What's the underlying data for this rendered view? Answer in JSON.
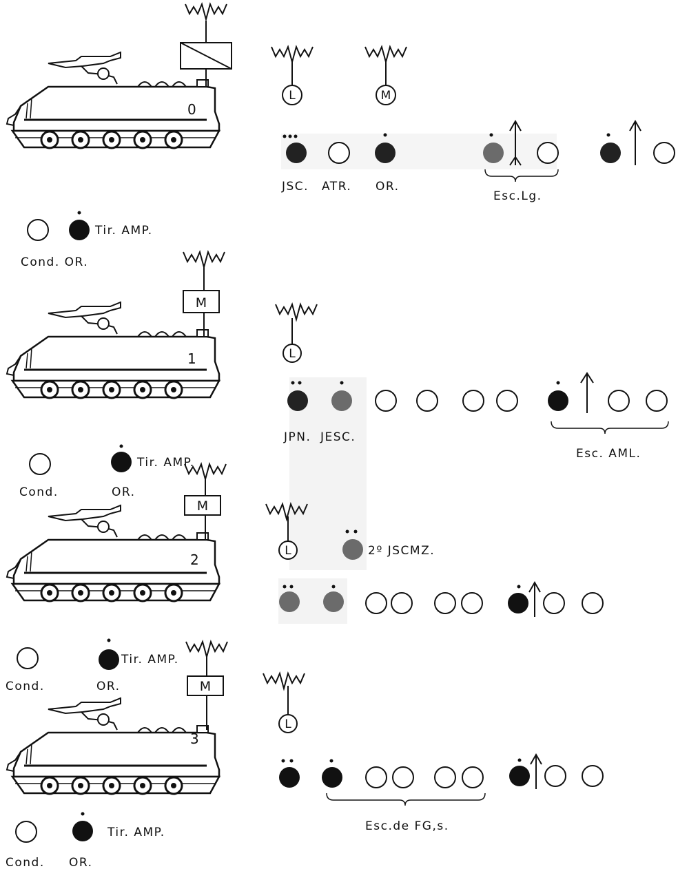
{
  "colors": {
    "ink": "#111111",
    "grey_fill": "#6b6b6b",
    "shade": "#f3f3f3",
    "vehicle_body": "#ffffff"
  },
  "vehicles": [
    {
      "number": "0",
      "box_label": "",
      "radios": [
        "L",
        "M"
      ],
      "crew_labels": [
        "JSC.",
        "ATR.",
        "OR."
      ],
      "group_labels": [
        "Esc.Lg."
      ],
      "below": {
        "driver": "Cond.",
        "gunner_role": "Tir. AMP.",
        "observer": "OR.",
        "combined": "Cond. OR."
      }
    },
    {
      "number": "1",
      "box_label": "M",
      "radios": [
        "L"
      ],
      "crew_labels": [
        "JPN.",
        "JESC."
      ],
      "group_labels": [
        "Esc. AML."
      ],
      "below": {
        "driver": "Cond.",
        "gunner_role": "Tir. AMP.",
        "observer": "OR."
      }
    },
    {
      "number": "2",
      "box_label": "M",
      "radios": [
        "L"
      ],
      "crew_labels": [
        "2º JSCMZ."
      ],
      "group_labels": [],
      "below": {
        "driver": "Cond.",
        "gunner_role": "Tir. AMP.",
        "observer": "OR."
      }
    },
    {
      "number": "3",
      "box_label": "M",
      "radios": [
        "L"
      ],
      "crew_labels": [],
      "group_labels": [
        "Esc.de FG,s."
      ],
      "below": {
        "driver": "Cond.",
        "gunner_role": "Tir. AMP.",
        "observer": "OR."
      }
    }
  ]
}
